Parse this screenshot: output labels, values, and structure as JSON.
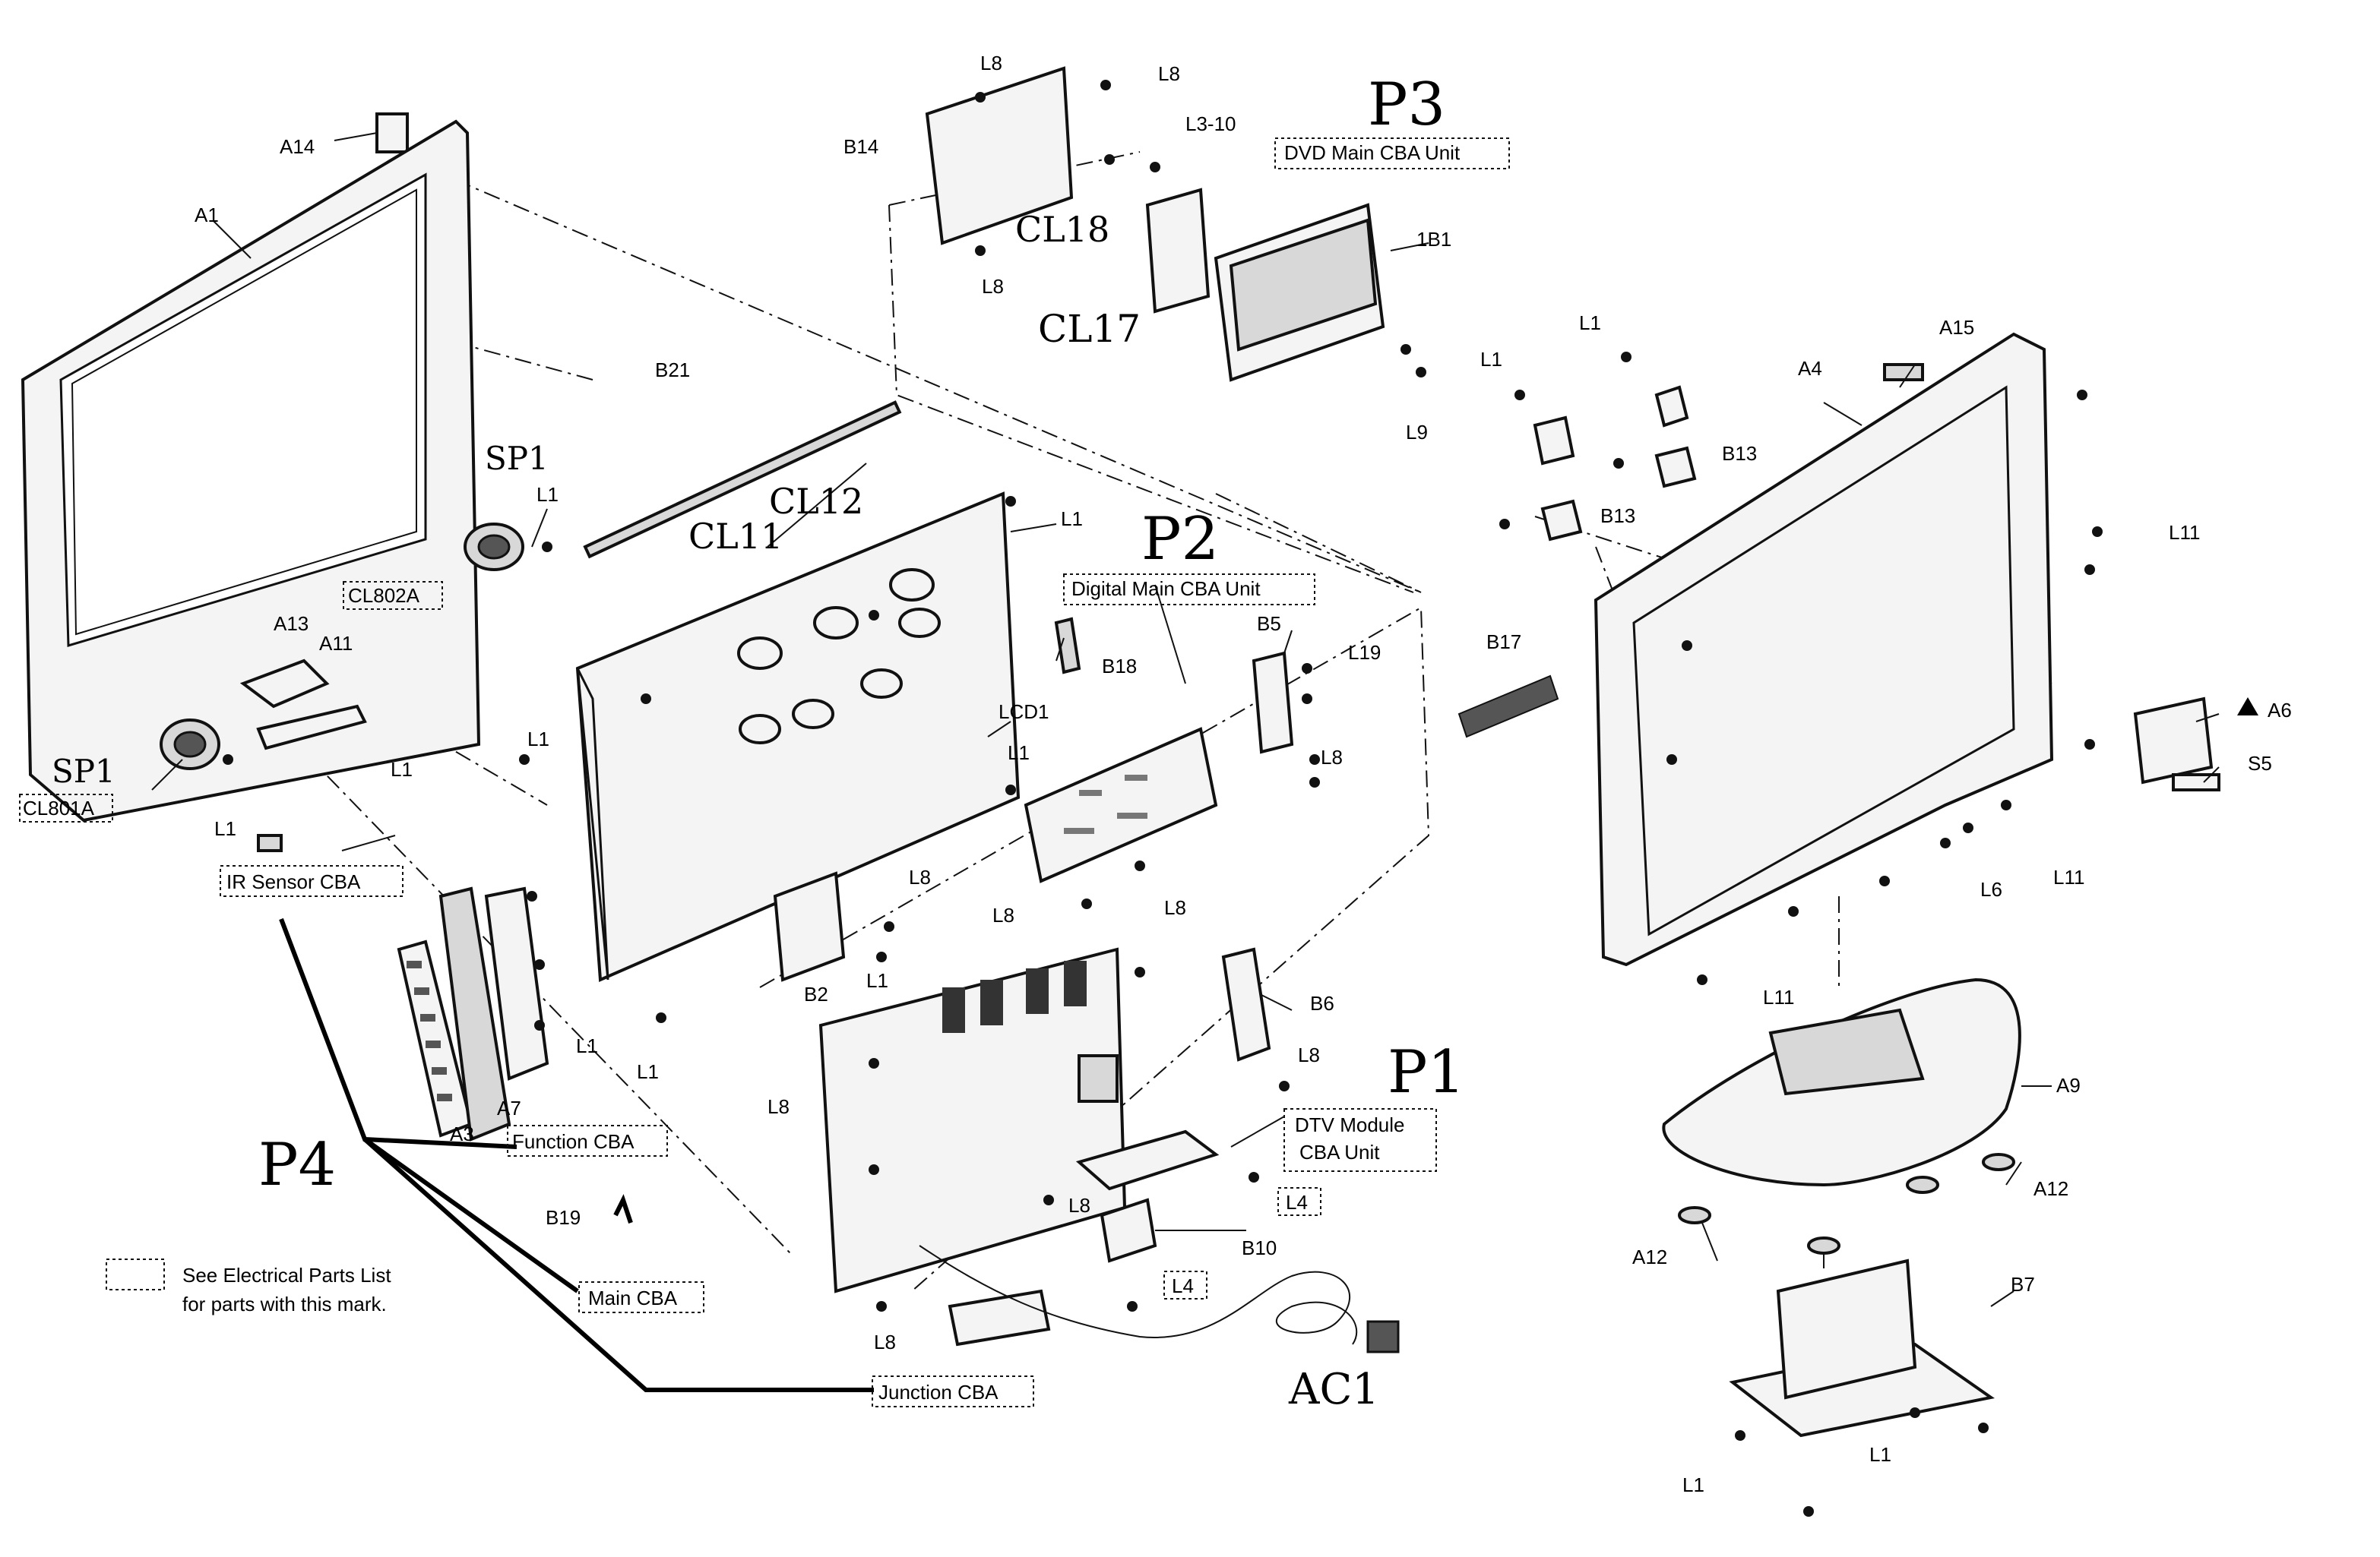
{
  "parts": {
    "a14": "A14",
    "a1": "A1",
    "a13": "A13",
    "a11": "A11",
    "cl801a": "CL801A",
    "cl802a": "CL802A",
    "ir_sensor_cba": "IR Sensor CBA",
    "a3": "A3",
    "a7": "A7",
    "function_cba": "Function CBA",
    "main_cba": "Main CBA",
    "junction_cba": "Junction CBA",
    "b19": "B19",
    "b21": "B21",
    "lcd1": "LCD1",
    "b18": "B18",
    "b2": "B2",
    "b14": "B14",
    "l3_10": "L3-10",
    "dvd_main_cba_unit": "DVD Main CBA Unit",
    "b1": "1B1",
    "l9": "L9",
    "digital_main_cba_unit": "Digital Main CBA Unit",
    "b5": "B5",
    "l19": "L19",
    "b6": "B6",
    "dtv_module_line1": "DTV Module",
    "dtv_module_line2": "CBA Unit",
    "b10": "B10",
    "a15": "A15",
    "a4": "A4",
    "b13": "B13",
    "b17": "B17",
    "a6": "A6",
    "s5": "S5",
    "l6": "L6",
    "a9": "A9",
    "a12": "A12",
    "b7": "B7",
    "l1": "L1",
    "l4": "L4",
    "l8": "L8",
    "l11": "L11"
  },
  "handwritten": {
    "p1": "P1",
    "p2": "P2",
    "p3": "P3",
    "p4": "P4",
    "sp1": "SP1",
    "cl11": "CL11",
    "cl12": "CL12",
    "cl17": "CL17",
    "cl18": "CL18",
    "ac1": "AC1"
  },
  "legend": {
    "line1": "See Electrical Parts List",
    "line2": "for parts with this mark."
  },
  "icons": {
    "warning": "warning-triangle-icon",
    "screw": "screw-icon"
  }
}
